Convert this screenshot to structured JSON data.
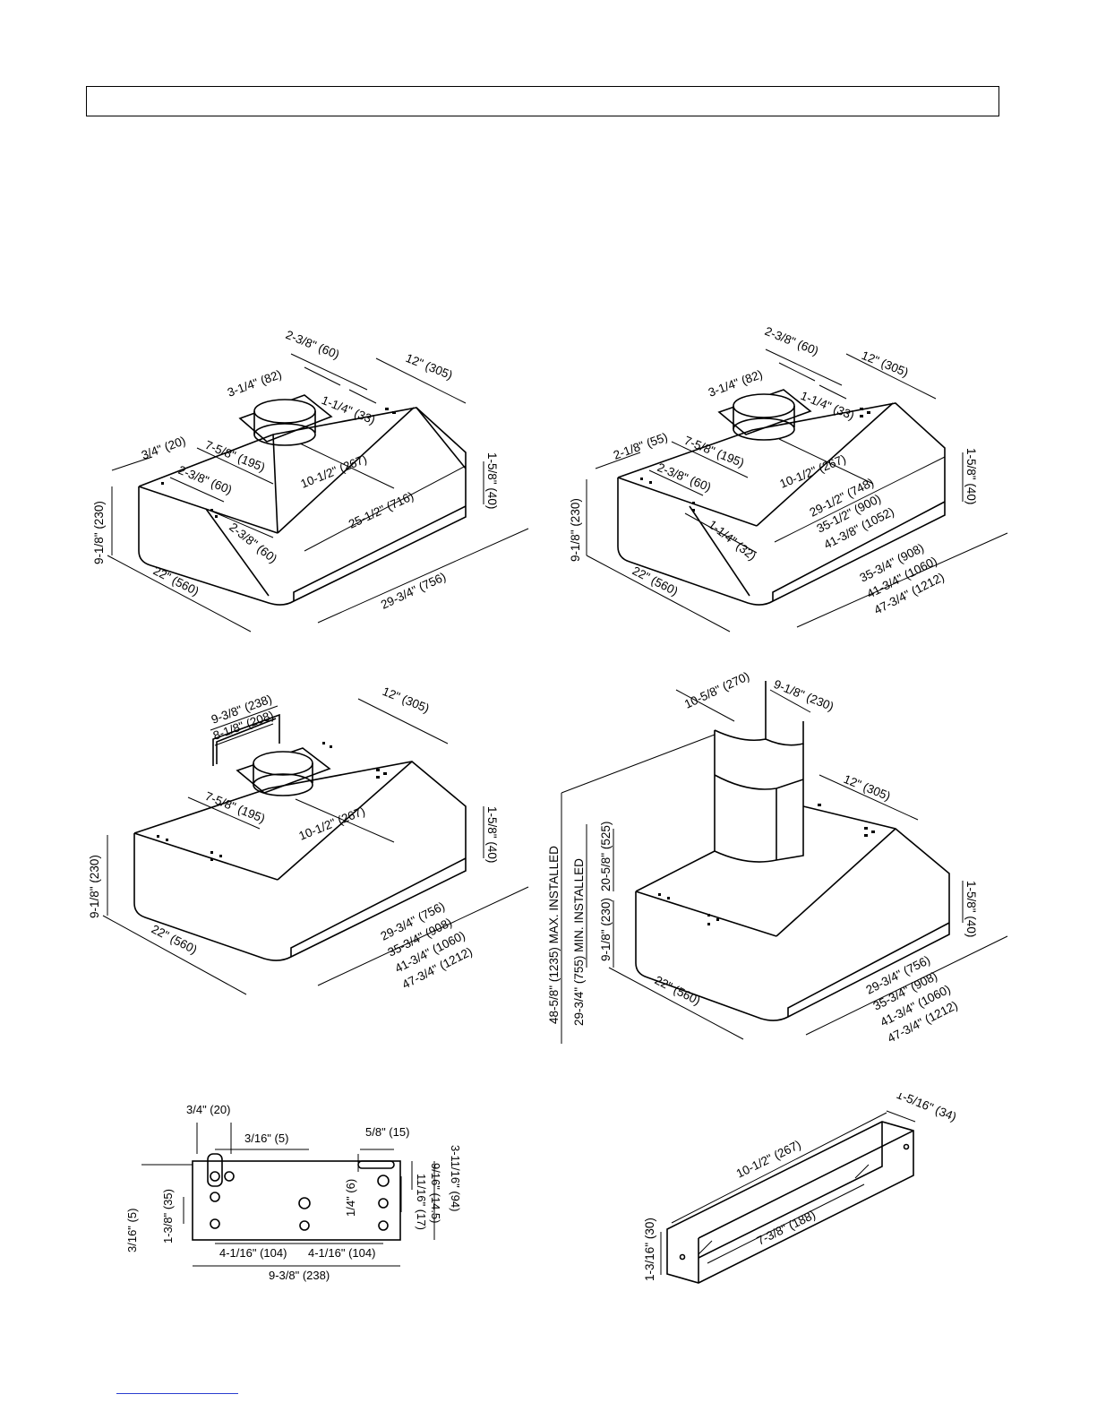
{
  "hood_ducted_30": {
    "dims": [
      "2-3/8\" (60)",
      "12\" (305)",
      "3-1/4\" (82)",
      "1-1/4\" (33)",
      "3/4\" (20)",
      "7-5/8\" (195)",
      "10-1/2\" (267)",
      "2-3/8\" (60)",
      "25-1/2\" (716)",
      "9-1/8\" (230)",
      "2-3/8\" (60)",
      "1-5/8\" (40)",
      "22\" (560)",
      "29-3/4\" (756)"
    ]
  },
  "hood_ducted_multi": {
    "dims": [
      "2-3/8\" (60)",
      "12\" (305)",
      "3-1/4\" (82)",
      "1-1/4\" (33)",
      "2-1/8\" (55)",
      "7-5/8\" (195)",
      "10-1/2\" (267)",
      "2-3/8\" (60)",
      "29-1/2\" (748)",
      "35-1/2\" (900)",
      "41-3/8\" (1052)",
      "9-1/8\" (230)",
      "1-1/4\" (32)",
      "1-5/8\" (40)",
      "22\" (560)",
      "35-3/4\" (908)",
      "41-3/4\" (1060)",
      "47-3/4\" (1212)"
    ]
  },
  "hood_with_bracket": {
    "dims": [
      "9-3/8\" (238)",
      "8-1/8\" (208)",
      "12\" (305)",
      "7-5/8\" (195)",
      "10-1/2\" (267)",
      "1-5/8\" (40)",
      "9-1/8\" (230)",
      "22\" (560)",
      "29-3/4\" (756)",
      "35-3/4\" (908)",
      "41-3/4\" (1060)",
      "47-3/4\" (1212)"
    ]
  },
  "hood_chimney": {
    "dims": [
      "10-5/8\" (270)",
      "9-1/8\" (230)",
      "12\" (305)",
      "48-5/8\" (1235) MAX. INSTALLED",
      "29-3/4\" (755) MIN. INSTALLED",
      "20-5/8\" (525)",
      "9-1/8\" (230)",
      "1-5/8\" (40)",
      "22\" (560)",
      "29-3/4\" (756)",
      "35-3/4\" (908)",
      "41-3/4\" (1060)",
      "47-3/4\" (1212)"
    ]
  },
  "mounting_bracket_plate": {
    "dims": [
      "3/4\" (20)",
      "3/16\" (5)",
      "5/8\" (15)",
      "3-11/16\" (94)",
      "9/16\" (14.5)",
      "11/16\" (17)",
      "1/4\" (6)",
      "3/16\" (5)",
      "1-3/8\" (35)",
      "4-1/16\" (104)",
      "4-1/16\" (104)",
      "9-3/8\" (238)"
    ]
  },
  "chimney_bracket": {
    "dims": [
      "1-5/16\" (34)",
      "10-1/2\" (267)",
      "7-3/8\" (188)",
      "1-3/16\" (30)"
    ]
  }
}
